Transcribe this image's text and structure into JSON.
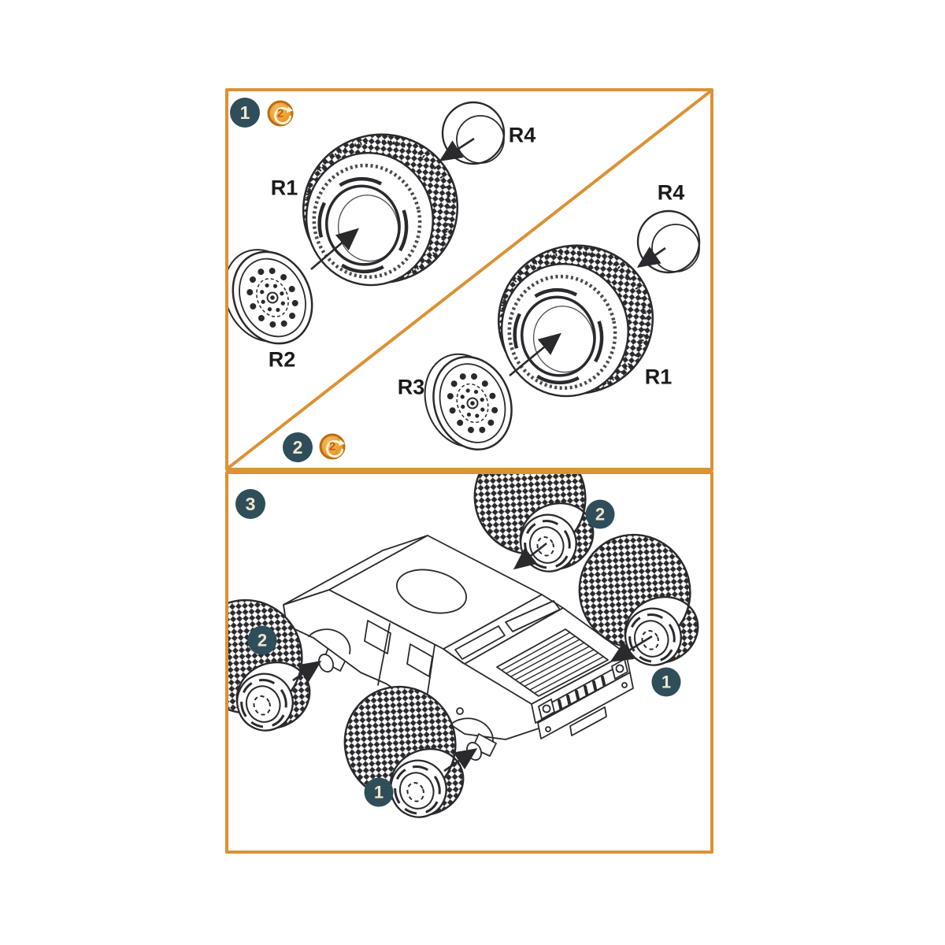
{
  "colors": {
    "panel_border": "#DB9134",
    "diagonal_divider": "#DB9134",
    "line_art": "#2A2A2E",
    "step_badge_bg": "#2F4E5A",
    "step_badge_text": "#F0E7CC",
    "repeat_badge_fill": "#EDA02C",
    "repeat_badge_border": "#B96D14",
    "repeat_badge_text": "#C05A10"
  },
  "steps": {
    "step1": {
      "number": "1",
      "repeat_count": "2",
      "tire_label": "R1",
      "rim_label": "R2",
      "cap_label": "R4"
    },
    "step2": {
      "number": "2",
      "repeat_count": "2",
      "tire_label": "R1",
      "rim_label": "R3",
      "cap_label": "R4"
    },
    "step3": {
      "number": "3",
      "wheels": {
        "rear_right": "2",
        "rear_left": "2",
        "front_right": "1",
        "front_left": "1"
      }
    }
  }
}
